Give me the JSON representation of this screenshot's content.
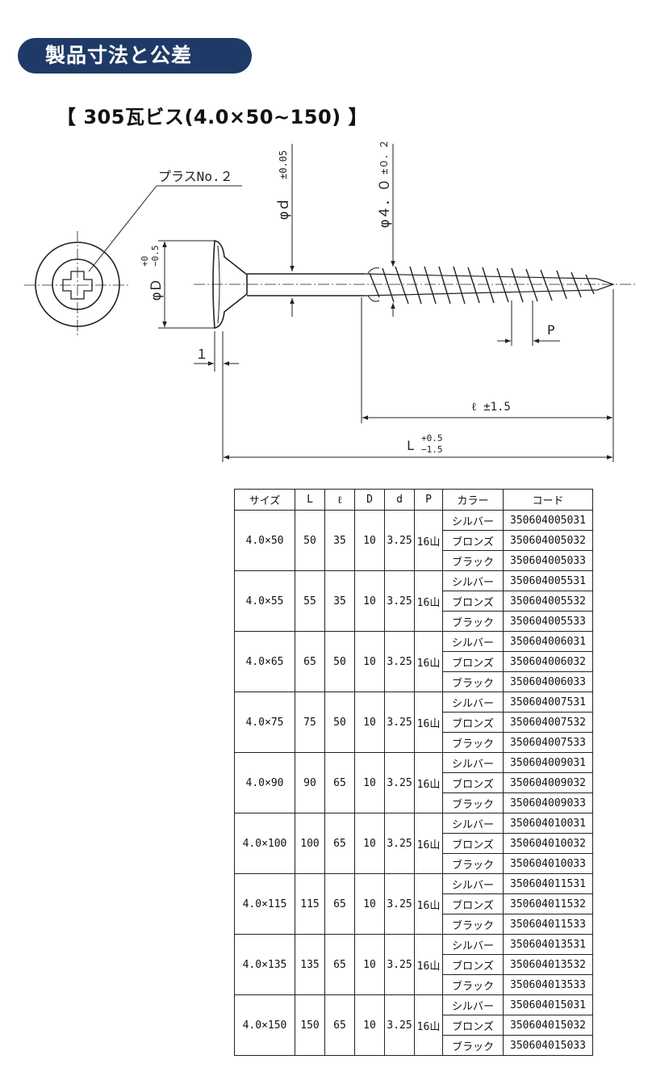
{
  "header": {
    "title": "製品寸法と公差"
  },
  "subtitle": "【 305瓦ビス(4.0×50∼150) 】",
  "drawing": {
    "plus_label": "プラスNo.２",
    "phi_d": "φｄ",
    "phi_d_tol": "±0.05",
    "phi_40": "φ４．０",
    "phi_40_tol": "±０．２",
    "phi_D": "φＤ",
    "phi_D_tol_plus": "+0",
    "phi_D_tol_minus": "−0.5",
    "one": "１",
    "P": "P",
    "l_label": "ℓ ±1.5",
    "L_label": "L",
    "L_tol_plus": "+0.5",
    "L_tol_minus": "−1.5"
  },
  "table": {
    "headers": [
      "サイズ",
      "L",
      "ℓ",
      "D",
      "d",
      "P",
      "カラー",
      "コード"
    ],
    "colors": [
      "シルバー",
      "ブロンズ",
      "ブラック"
    ],
    "rows": [
      {
        "size": "4.0×50",
        "L": "50",
        "l": "35",
        "D": "10",
        "d": "3.25",
        "P": "16山",
        "codes": [
          "350604005031",
          "350604005032",
          "350604005033"
        ]
      },
      {
        "size": "4.0×55",
        "L": "55",
        "l": "35",
        "D": "10",
        "d": "3.25",
        "P": "16山",
        "codes": [
          "350604005531",
          "350604005532",
          "350604005533"
        ]
      },
      {
        "size": "4.0×65",
        "L": "65",
        "l": "50",
        "D": "10",
        "d": "3.25",
        "P": "16山",
        "codes": [
          "350604006031",
          "350604006032",
          "350604006033"
        ]
      },
      {
        "size": "4.0×75",
        "L": "75",
        "l": "50",
        "D": "10",
        "d": "3.25",
        "P": "16山",
        "codes": [
          "350604007531",
          "350604007532",
          "350604007533"
        ]
      },
      {
        "size": "4.0×90",
        "L": "90",
        "l": "65",
        "D": "10",
        "d": "3.25",
        "P": "16山",
        "codes": [
          "350604009031",
          "350604009032",
          "350604009033"
        ]
      },
      {
        "size": "4.0×100",
        "L": "100",
        "l": "65",
        "D": "10",
        "d": "3.25",
        "P": "16山",
        "codes": [
          "350604010031",
          "350604010032",
          "350604010033"
        ]
      },
      {
        "size": "4.0×115",
        "L": "115",
        "l": "65",
        "D": "10",
        "d": "3.25",
        "P": "16山",
        "codes": [
          "350604011531",
          "350604011532",
          "350604011533"
        ]
      },
      {
        "size": "4.0×135",
        "L": "135",
        "l": "65",
        "D": "10",
        "d": "3.25",
        "P": "16山",
        "codes": [
          "350604013531",
          "350604013532",
          "350604013533"
        ]
      },
      {
        "size": "4.0×150",
        "L": "150",
        "l": "65",
        "D": "10",
        "d": "3.25",
        "P": "16山",
        "codes": [
          "350604015031",
          "350604015032",
          "350604015033"
        ]
      }
    ]
  }
}
